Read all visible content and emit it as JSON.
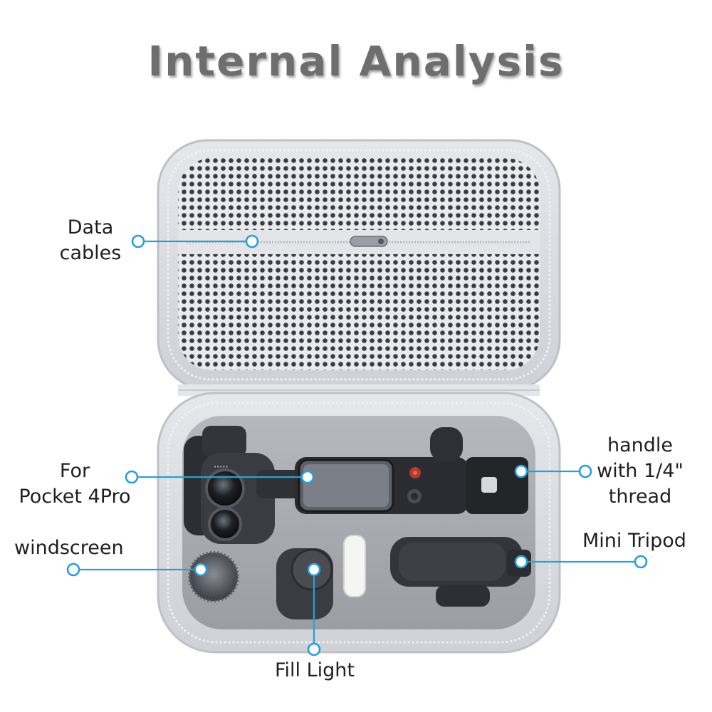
{
  "title": "Internal Analysis",
  "labels": {
    "data_cables": [
      "Data",
      "cables"
    ],
    "pocket": [
      "For",
      "Pocket 4Pro"
    ],
    "windscreen": "windscreen",
    "fill_light": "Fill Light",
    "handle": [
      "handle",
      "with 1/4\"",
      "thread"
    ],
    "mini_tripod": "Mini Tripod"
  },
  "colors": {
    "accent": "#2a9fd6",
    "case_shell": "#d9dbe0",
    "case_interior": "#a9aab0",
    "title": "#6e6e6e"
  }
}
